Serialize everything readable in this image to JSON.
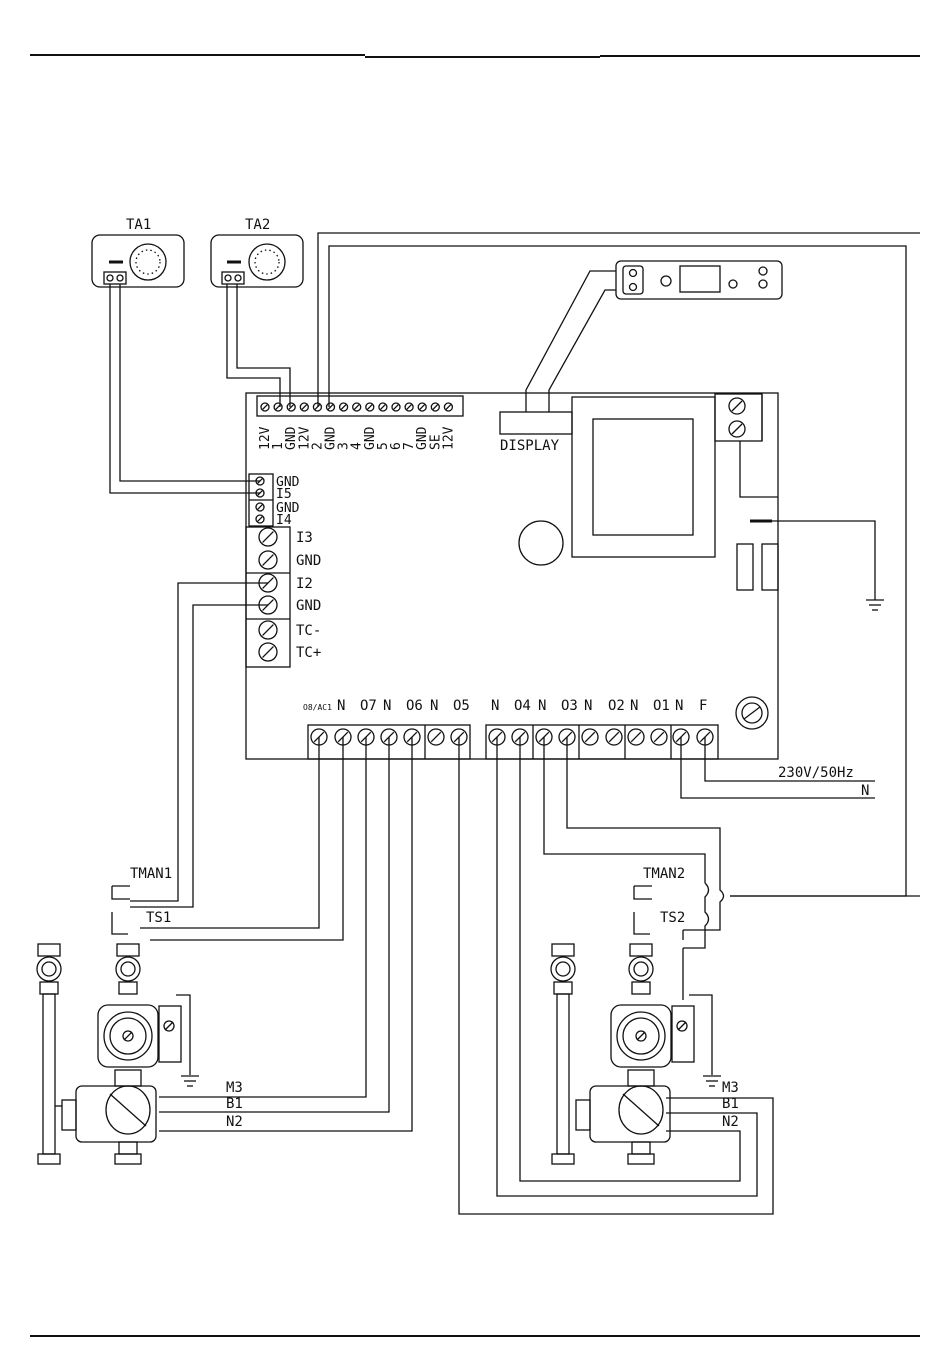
{
  "thermostats": {
    "ta1": "TA1",
    "ta2": "TA2"
  },
  "board": {
    "top_terminals": [
      "12V",
      "1",
      "GND",
      "12V",
      "2",
      "GND",
      "3",
      "4",
      "GND",
      "5",
      "6",
      "7",
      "GND",
      "SE",
      "12V"
    ],
    "display_label": "DISPLAY",
    "left_small_terminals": [
      "GND",
      "I5",
      "GND",
      "I4"
    ],
    "left_large_terminals": [
      "I3",
      "GND",
      "I2",
      "GND",
      "TC-",
      "TC+"
    ],
    "bottom_left_terminals": [
      "O8/AC1",
      "N",
      "O7",
      "N",
      "O6",
      "N",
      "O5"
    ],
    "bottom_right_terminals": [
      "N",
      "O4",
      "N",
      "O3",
      "N",
      "O2",
      "N",
      "O1",
      "N",
      "F"
    ]
  },
  "supply": {
    "phase": "230V/50Hz",
    "neutral": "N"
  },
  "circuit1": {
    "tman": "TMAN1",
    "ts": "TS1",
    "m": "M3",
    "b": "B1",
    "n": "N2"
  },
  "circuit2": {
    "tman": "TMAN2",
    "ts": "TS2",
    "m": "M3",
    "b": "B1",
    "n": "N2"
  },
  "colors": {
    "ink": "#111111",
    "paper": "#ffffff"
  }
}
